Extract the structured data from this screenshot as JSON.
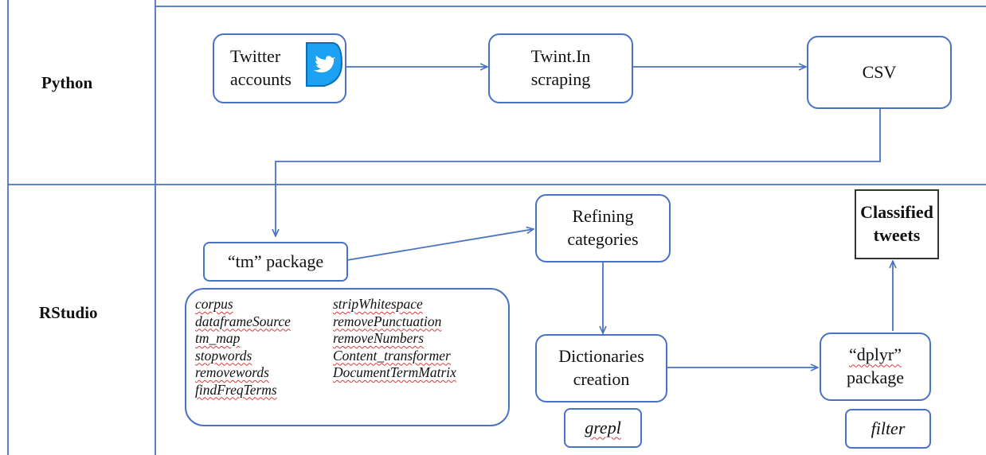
{
  "lanes": [
    {
      "label": "Python"
    },
    {
      "label": "RStudio"
    }
  ],
  "nodes": {
    "twitter_accounts": {
      "text": "Twitter\naccounts",
      "icon": "twitter-bird-icon"
    },
    "twint": {
      "text": "Twint.In\nscraping"
    },
    "csv": {
      "text": "CSV"
    },
    "tm_package": {
      "text": "“tm” package"
    },
    "refining": {
      "text": "Refining\ncategories"
    },
    "dictionaries": {
      "text": "Dictionaries\ncreation"
    },
    "grepl": {
      "text": "grepl"
    },
    "dplyr": {
      "text_line1": "“dplyr”",
      "text_line2": "package"
    },
    "filter": {
      "text": "filter"
    },
    "classified": {
      "text": "Classified\ntweets"
    }
  },
  "tm_functions": {
    "col1": [
      "corpus",
      "dataframeSource",
      "tm_map",
      "stopwords",
      "removewords",
      "findFreqTerms"
    ],
    "col2": [
      "stripWhitespace",
      "removePunctuation",
      "removeNumbers",
      "Content_transformer",
      "DocumentTermMatrix"
    ]
  },
  "colors": {
    "border": "#4a72c4",
    "arrow": "#4a72c4",
    "icon": "#1da1f2"
  }
}
